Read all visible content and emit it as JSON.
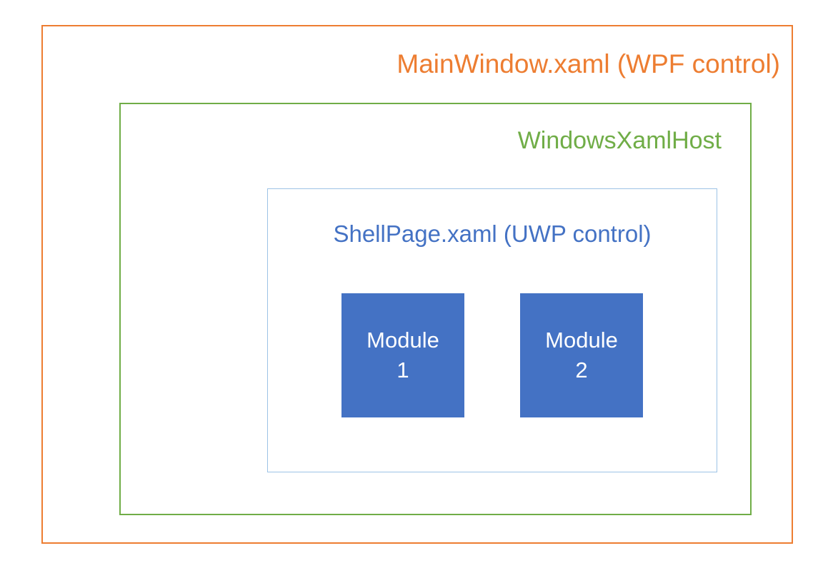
{
  "diagram": {
    "outer_box": {
      "label": "MainWindow.xaml (WPF control)"
    },
    "host_box": {
      "label": "WindowsXamlHost"
    },
    "shell_box": {
      "label": "ShellPage.xaml (UWP control)"
    },
    "modules": [
      {
        "label": "Module 1"
      },
      {
        "label": "Module 2"
      }
    ]
  },
  "colors": {
    "orange": "#ED7D31",
    "green": "#70AD47",
    "blue": "#4472C4",
    "light_blue": "#9DC3E6",
    "module_fill": "#4472C4",
    "module_text": "#FFFFFF"
  }
}
